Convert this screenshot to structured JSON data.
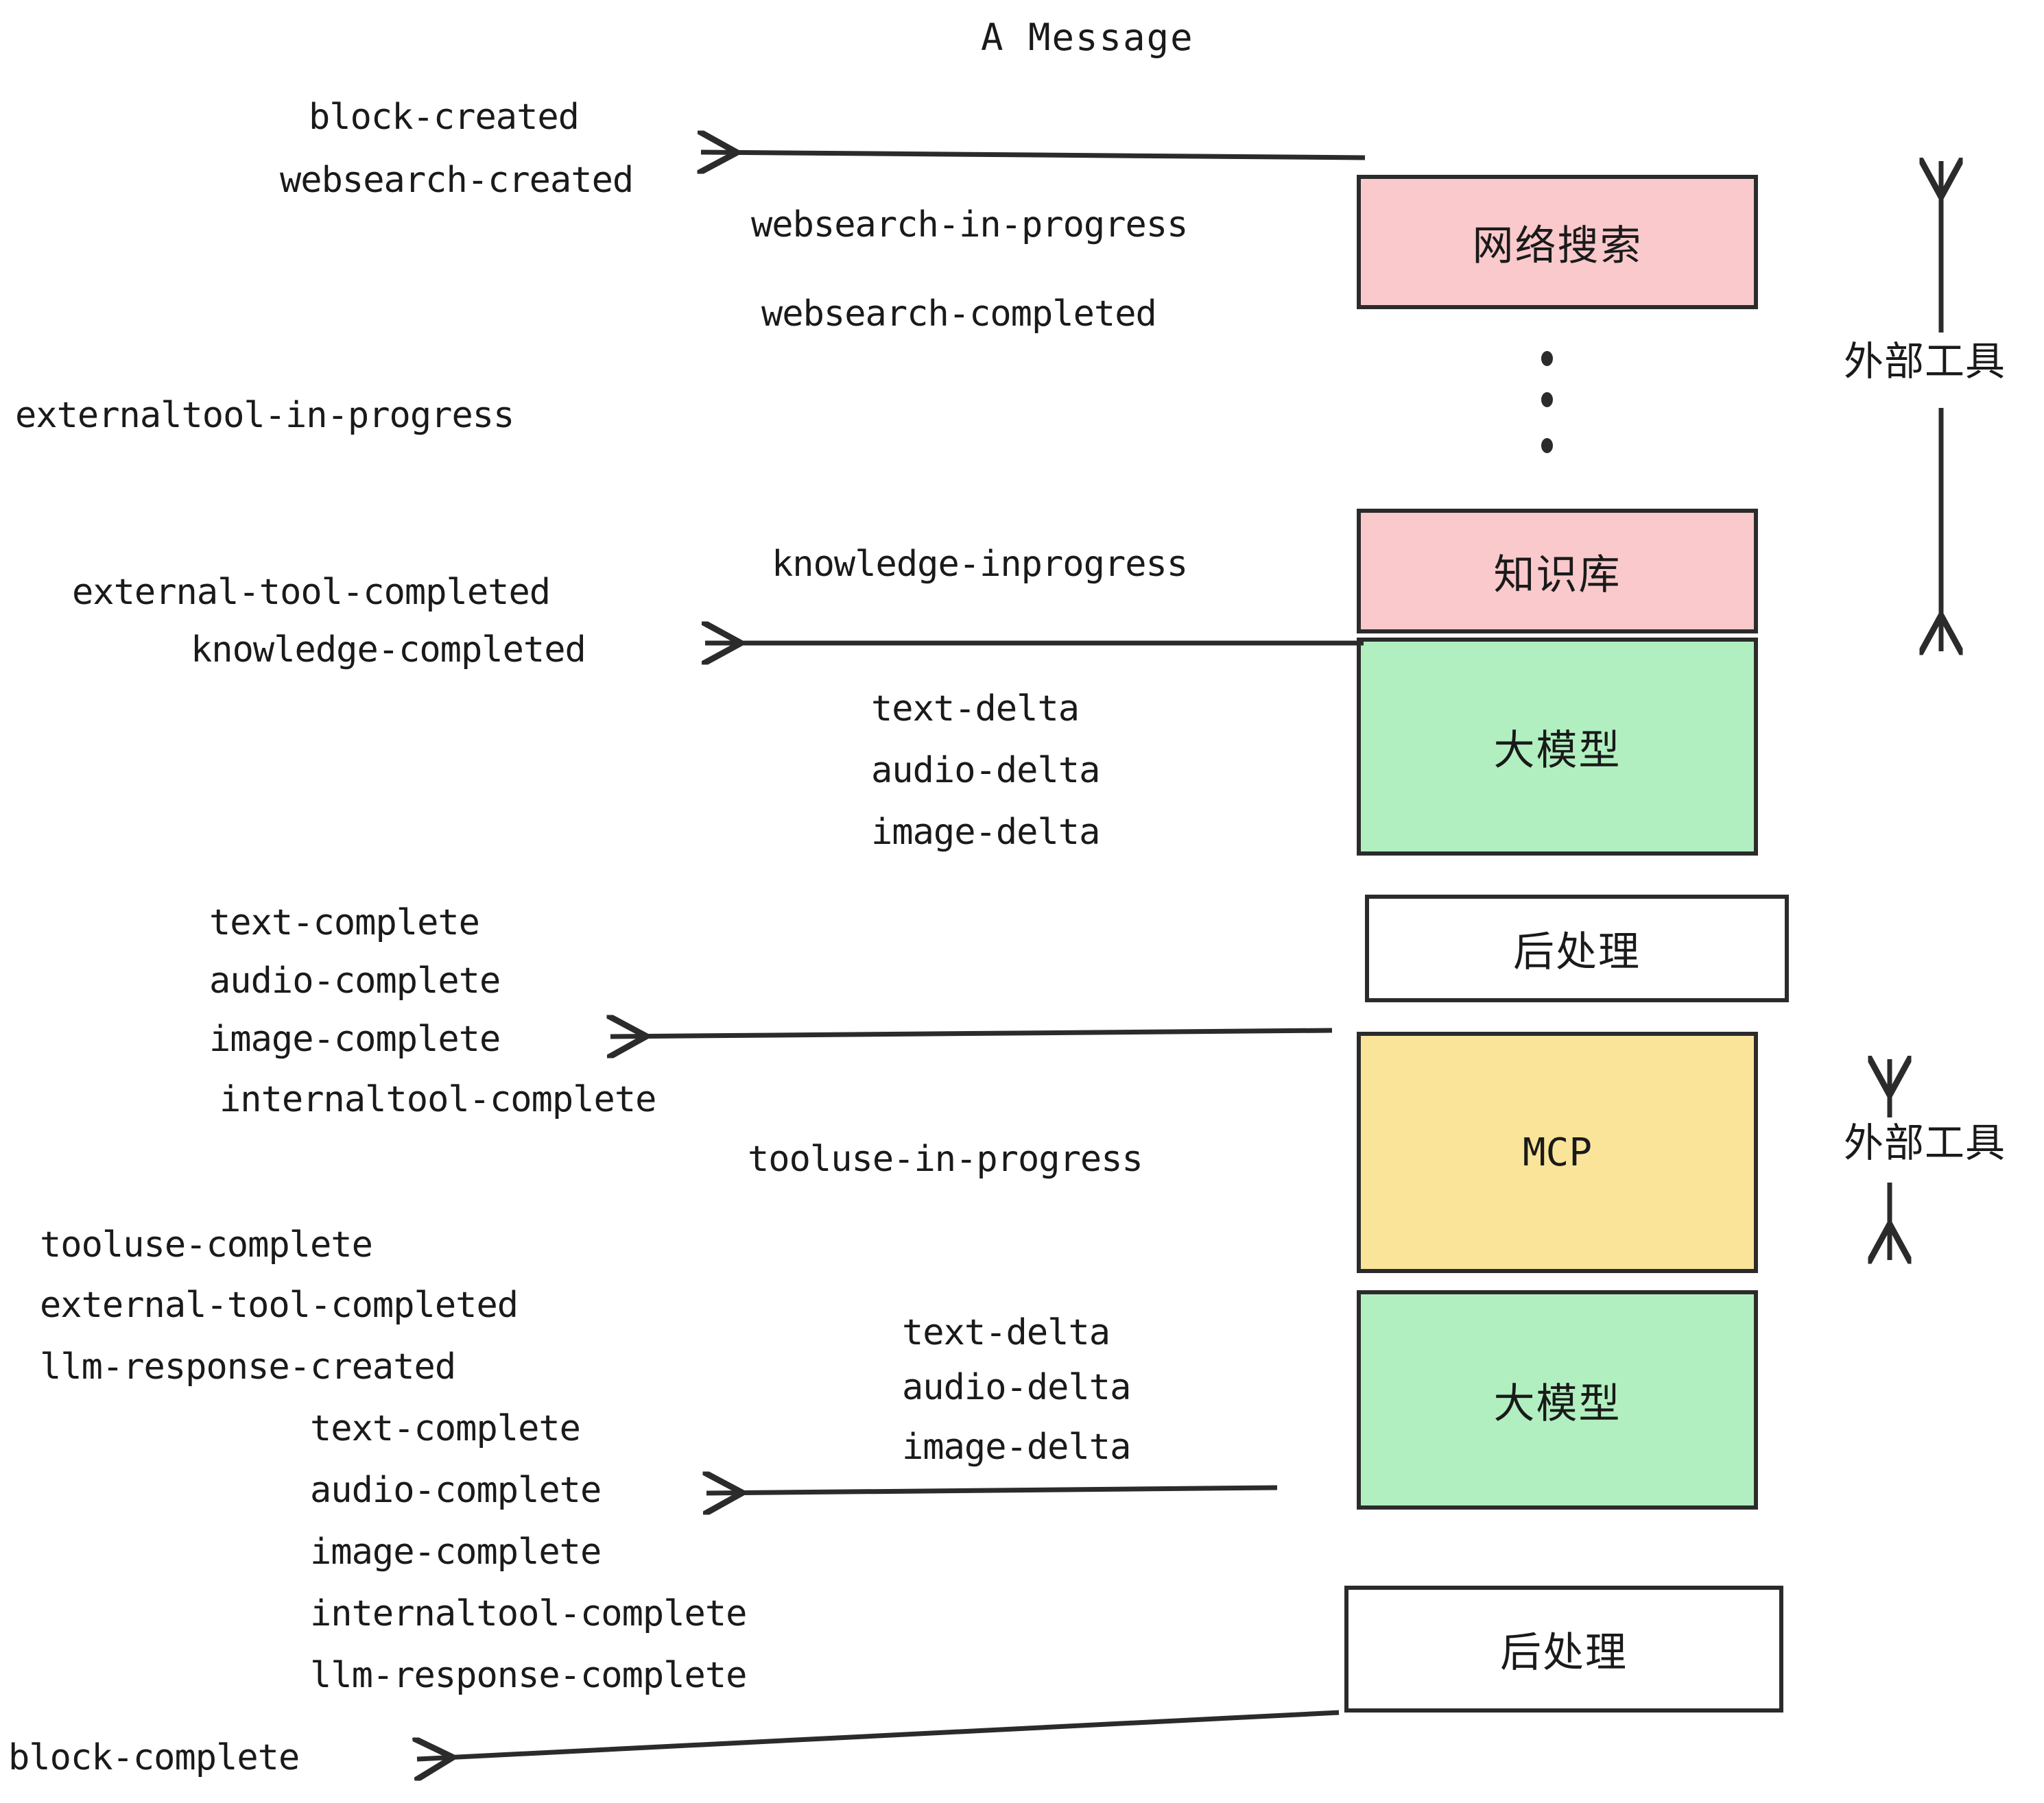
{
  "diagram": {
    "title": "A Message",
    "colors": {
      "pink": "#F9C9CC",
      "green": "#B2EFC0",
      "yellow": "#FAE49A",
      "white": "#FFFFFF",
      "stroke": "#2B2B2B",
      "text": "#1A1A1A",
      "background": "#FFFFFF"
    },
    "nodes": [
      {
        "id": "websearch",
        "label": "网络搜索",
        "fill": "pink"
      },
      {
        "id": "knowledge",
        "label": "知识库",
        "fill": "pink"
      },
      {
        "id": "llm-1",
        "label": "大模型",
        "fill": "green"
      },
      {
        "id": "postprocess-1",
        "label": "后处理",
        "fill": "white"
      },
      {
        "id": "mcp",
        "label": "MCP",
        "fill": "yellow"
      },
      {
        "id": "llm-2",
        "label": "大模型",
        "fill": "green"
      },
      {
        "id": "postprocess-2",
        "label": "后处理",
        "fill": "white"
      }
    ],
    "side_labels": [
      {
        "id": "external-tool-top",
        "text": "外部工具"
      },
      {
        "id": "external-tool-bottom",
        "text": "外部工具"
      }
    ],
    "events": [
      {
        "id": "e01",
        "text": "block-created"
      },
      {
        "id": "e02",
        "text": "websearch-created"
      },
      {
        "id": "e03",
        "text": "websearch-in-progress"
      },
      {
        "id": "e04",
        "text": "websearch-completed"
      },
      {
        "id": "e05",
        "text": "externaltool-in-progress"
      },
      {
        "id": "e06",
        "text": "knowledge-inprogress"
      },
      {
        "id": "e07",
        "text": "external-tool-completed"
      },
      {
        "id": "e08",
        "text": "knowledge-completed"
      },
      {
        "id": "e09",
        "text": "text-delta"
      },
      {
        "id": "e10",
        "text": "audio-delta"
      },
      {
        "id": "e11",
        "text": "image-delta"
      },
      {
        "id": "e12",
        "text": "text-complete"
      },
      {
        "id": "e13",
        "text": "audio-complete"
      },
      {
        "id": "e14",
        "text": "image-complete"
      },
      {
        "id": "e15",
        "text": "internaltool-complete"
      },
      {
        "id": "e16",
        "text": "tooluse-in-progress"
      },
      {
        "id": "e17",
        "text": "tooluse-complete"
      },
      {
        "id": "e18",
        "text": "external-tool-completed"
      },
      {
        "id": "e19",
        "text": "llm-response-created"
      },
      {
        "id": "e20",
        "text": "text-delta"
      },
      {
        "id": "e21",
        "text": "audio-delta"
      },
      {
        "id": "e22",
        "text": "image-delta"
      },
      {
        "id": "e23",
        "text": "text-complete"
      },
      {
        "id": "e24",
        "text": "audio-complete"
      },
      {
        "id": "e25",
        "text": "image-complete"
      },
      {
        "id": "e26",
        "text": "internaltool-complete"
      },
      {
        "id": "e27",
        "text": "llm-response-complete"
      },
      {
        "id": "e28",
        "text": "block-complete"
      }
    ]
  }
}
